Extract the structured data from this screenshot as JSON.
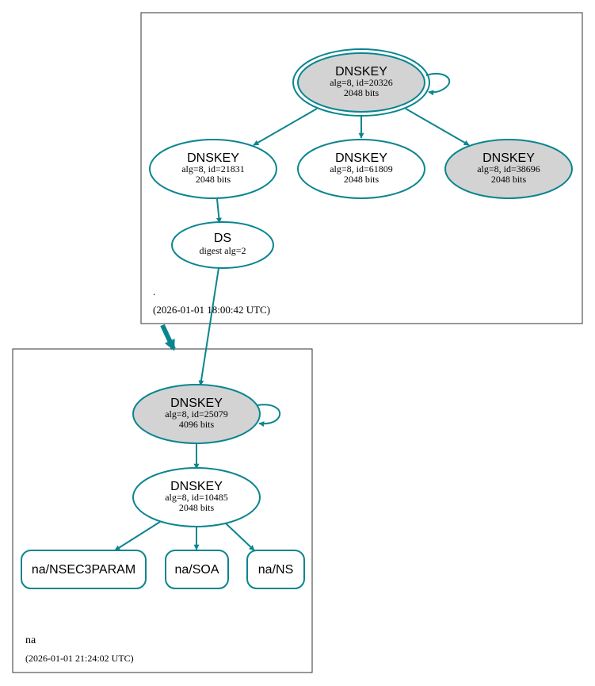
{
  "colors": {
    "edge": "#0a8590",
    "node_stroke": "#0a8590",
    "node_fill_gray": "#d3d3d3",
    "node_fill_white": "#ffffff",
    "cluster_stroke": "#333333"
  },
  "zones": [
    {
      "name": ".",
      "timestamp": "(2026-01-01 18:00:42 UTC)"
    },
    {
      "name": "na",
      "timestamp": "(2026-01-01 21:24:02 UTC)"
    }
  ],
  "nodes": {
    "root_ksk": {
      "type": "DNSKEY",
      "detail": "alg=8, id=20326",
      "size": "2048 bits"
    },
    "root_zsk_a": {
      "type": "DNSKEY",
      "detail": "alg=8, id=21831",
      "size": "2048 bits"
    },
    "root_zsk_b": {
      "type": "DNSKEY",
      "detail": "alg=8, id=61809",
      "size": "2048 bits"
    },
    "root_zsk_c": {
      "type": "DNSKEY",
      "detail": "alg=8, id=38696",
      "size": "2048 bits"
    },
    "ds": {
      "type": "DS",
      "detail": "digest alg=2"
    },
    "na_ksk": {
      "type": "DNSKEY",
      "detail": "alg=8, id=25079",
      "size": "4096 bits"
    },
    "na_zsk": {
      "type": "DNSKEY",
      "detail": "alg=8, id=10485",
      "size": "2048 bits"
    },
    "rr_nsec3param": {
      "label": "na/NSEC3PARAM"
    },
    "rr_soa": {
      "label": "na/SOA"
    },
    "rr_ns": {
      "label": "na/NS"
    }
  }
}
